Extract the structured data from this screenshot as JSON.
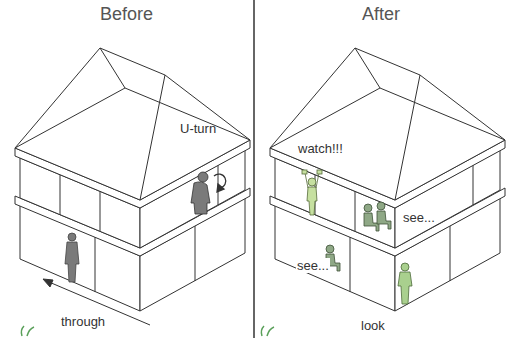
{
  "diagram": {
    "labels": [
      "Before",
      "After",
      "U-turn",
      "through",
      "watch!!!",
      "see...",
      "see...",
      "look"
    ]
  }
}
